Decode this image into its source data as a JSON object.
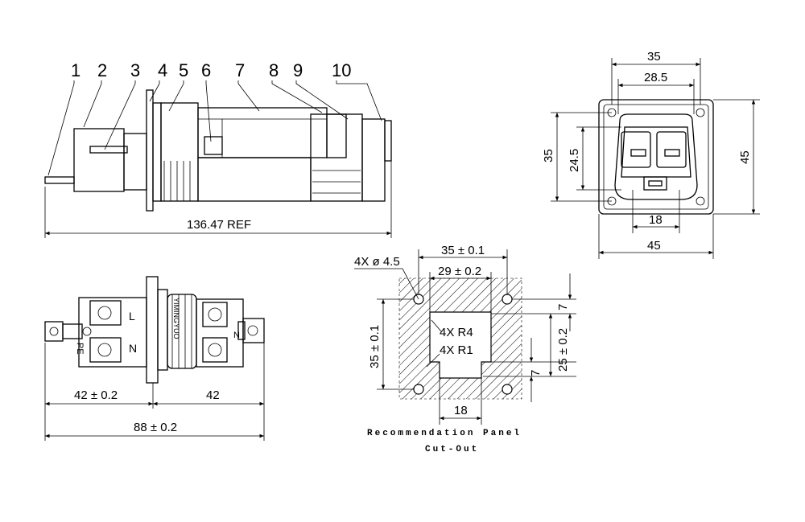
{
  "callouts": [
    "1",
    "2",
    "3",
    "4",
    "5",
    "6",
    "7",
    "8",
    "9",
    "10"
  ],
  "side_view": {
    "overall_length": "136.47 REF"
  },
  "top_view": {
    "left_length": "42 ± 0.2",
    "right_length": "42",
    "overall_length": "88 ± 0.2",
    "pin_labels": {
      "l": "L",
      "n": "N",
      "pe": "PE",
      "brand": "YIMINGYUO"
    }
  },
  "front_view": {
    "outer_width": "35",
    "inner_width": "28.5",
    "left_height": "35",
    "inner_height": "24.5",
    "right_height": "45",
    "bottom_inner": "18",
    "bottom_outer": "45"
  },
  "panel_cutout": {
    "hole_note": "4X ø 4.5",
    "hole_spacing_x": "35 ± 0.1",
    "inner_width": "29 ± 0.2",
    "radius_large": "4X R4",
    "radius_small": "4X R1",
    "hole_spacing_y": "35 ± 0.1",
    "top_offset": "7",
    "bottom_offset": "7",
    "inner_height": "25 ± 0.2",
    "slot_width": "18",
    "caption_line1": "Recommendation Panel",
    "caption_line2": "Cut-Out"
  }
}
